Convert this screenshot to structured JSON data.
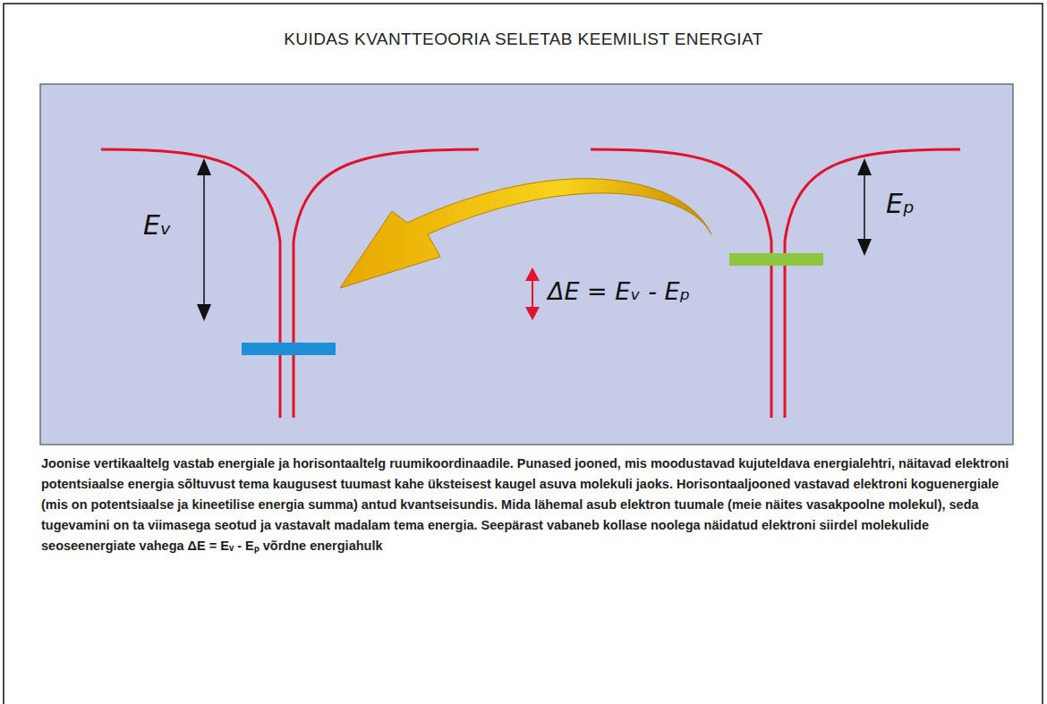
{
  "diagram": {
    "title": "KUIDAS KVANTTEOORIA SELETAB KEEMILIST ENERGIAT",
    "caption": "Joonise vertikaaltelg vastab energiale ja horisontaaltelg ruumikoordinaadile. Punased jooned, mis moodustavad kujuteldava energialehtri, näitavad elektroni potentsiaalse energia sõltuvust tema kaugusest tuumast kahe üksteisest kaugel asuva molekuli jaoks. Horisontaaljooned vastavad elektroni koguenergiale (mis on potentsiaalse ja kineetilise energia summa) antud kvantseisundis. Mida lähemal asub elektron tuumale (meie näites vasakpoolne molekul), seda tugevamini on ta viimasega seotud ja vastavalt madalam tema energia. Seepärast vabaneb kollase noolega näidatud elektroni siirdel molekulide seoseenergiate vahega ΔE = Eᵥ - Eₚ võrdne energiahulk",
    "labels": [
      "Eᵥ",
      "Eₚ",
      "ΔE = Eᵥ - Eₚ"
    ]
  }
}
